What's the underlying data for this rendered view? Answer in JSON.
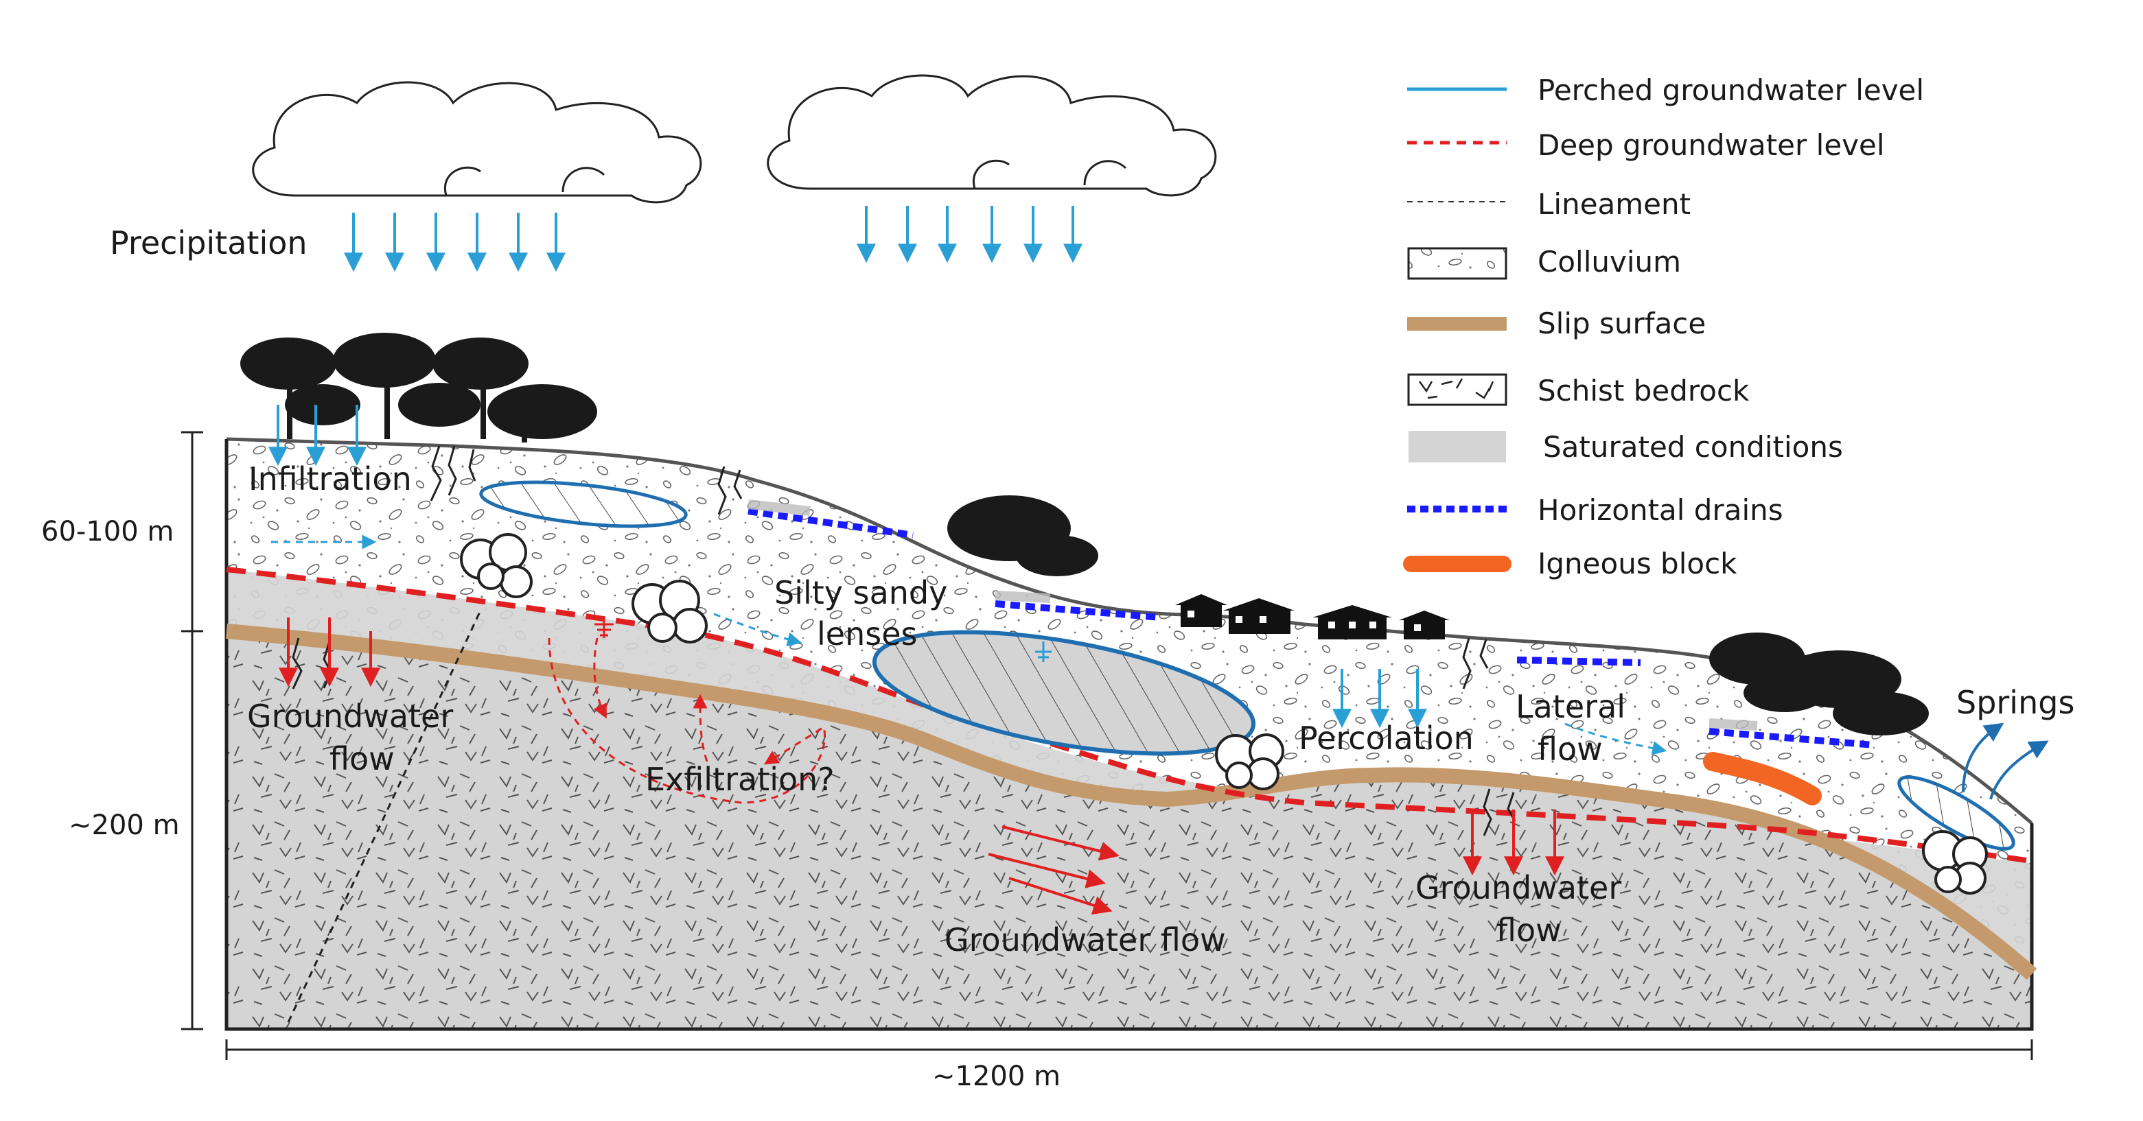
{
  "labels": {
    "precipitation": "Precipitation",
    "infiltration": "Infiltration",
    "silty_sandy_1": "Silty sandy",
    "silty_sandy_2": "lenses",
    "groundwater_flow_left_1": "Groundwater",
    "groundwater_flow_left_2": "flow",
    "exfiltration": "Exfiltration?",
    "percolation": "Percolation",
    "lateral_flow_1": "Lateral",
    "lateral_flow_2": "flow",
    "springs": "Springs",
    "groundwater_flow_center": "Groundwater flow",
    "groundwater_flow_right_1": "Groundwater",
    "groundwater_flow_right_2": "flow"
  },
  "dimensions": {
    "top_depth": "60-100 m",
    "lower_depth": "~200 m",
    "length": "~1200 m"
  },
  "legend": [
    {
      "key": "perched",
      "label": "Perched groundwater level",
      "symbol": "solid-line",
      "color": "#2a9fd6"
    },
    {
      "key": "deep",
      "label": "Deep groundwater level",
      "symbol": "dashed-line",
      "color": "#e02020"
    },
    {
      "key": "lineament",
      "label": "Lineament",
      "symbol": "thin-dashed-line",
      "color": "#333333"
    },
    {
      "key": "colluvium",
      "label": "Colluvium",
      "symbol": "pebble-box",
      "color": "#ffffff"
    },
    {
      "key": "slip",
      "label": "Slip surface",
      "symbol": "thick-line",
      "color": "#c49a6c"
    },
    {
      "key": "schist",
      "label": "Schist bedrock",
      "symbol": "hatch-box",
      "color": "#ffffff"
    },
    {
      "key": "saturated",
      "label": "Saturated conditions",
      "symbol": "grey-box",
      "color": "#d4d4d4"
    },
    {
      "key": "drains",
      "label": "Horizontal drains",
      "symbol": "dotted-line",
      "color": "#1a1aff"
    },
    {
      "key": "igneous",
      "label": "Igneous block",
      "symbol": "rounded-bar",
      "color": "#f26522"
    }
  ],
  "colors": {
    "saturated": "#d4d4d4",
    "slip": "#c49a6c",
    "perched": "#2a9fd6",
    "deep": "#e02020",
    "drains": "#1a1aff",
    "igneous": "#f26522",
    "flow_red": "#e02020",
    "rain_blue": "#2a9fd6"
  }
}
